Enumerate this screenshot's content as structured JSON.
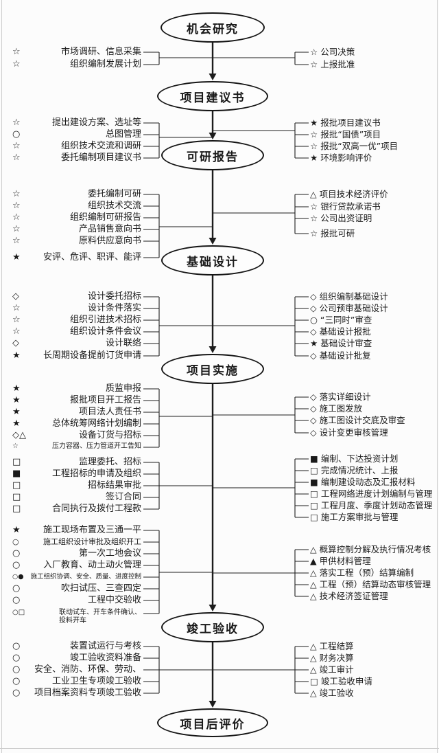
{
  "nodes": [
    {
      "label": "机会研究"
    },
    {
      "label": "项目建议书"
    },
    {
      "label": "可研报告"
    },
    {
      "label": "基础设计"
    },
    {
      "label": "项目实施"
    },
    {
      "label": "竣工验收"
    },
    {
      "label": "项目后评价"
    }
  ],
  "groups": [
    {
      "left": [
        {
          "marker": "☆",
          "text": "市场调研、信息采集"
        },
        {
          "marker": "☆",
          "text": "组织编制发展计划"
        }
      ],
      "right": [
        {
          "marker": "☆",
          "text": "公司决策"
        },
        {
          "marker": "☆",
          "text": "上报批准"
        }
      ]
    },
    {
      "left": [
        {
          "marker": "☆",
          "text": "提出建设方案、选址等"
        },
        {
          "marker": "○",
          "text": "总图管理"
        },
        {
          "marker": "☆",
          "text": "组织技术交流和调研"
        },
        {
          "marker": "☆",
          "text": "委托编制项目建议书"
        }
      ],
      "right": [
        {
          "marker": "★",
          "text": "报批项目建议书"
        },
        {
          "marker": "☆",
          "text": "报批“国债”项目"
        },
        {
          "marker": "☆",
          "text": "报批“双高一优”项目"
        },
        {
          "marker": "★",
          "text": "环境影响评价"
        }
      ]
    },
    {
      "left": [
        {
          "marker": "☆",
          "text": "委托编制可研"
        },
        {
          "marker": "☆",
          "text": "组织技术交流"
        },
        {
          "marker": "☆",
          "text": "组织编制可研报告"
        },
        {
          "marker": "☆",
          "text": "产品销售意向书"
        },
        {
          "marker": "☆",
          "text": "原料供应意向书"
        },
        {
          "marker": "★",
          "text": "安评、危评、职评、能评"
        }
      ],
      "right": [
        {
          "marker": "△",
          "text": "项目技术经济评价"
        },
        {
          "marker": "☆",
          "text": "银行贷款承诺书"
        },
        {
          "marker": "☆",
          "text": "公司出资证明"
        },
        {
          "marker": "☆",
          "text": "报批可研"
        }
      ]
    },
    {
      "left": [
        {
          "marker": "◇",
          "text": "设计委托招标"
        },
        {
          "marker": "☆",
          "text": "设计条件落实"
        },
        {
          "marker": "☆",
          "text": "组织引进技术招标"
        },
        {
          "marker": "☆",
          "text": "组织设计条件会议"
        },
        {
          "marker": "◇",
          "text": "设计联络"
        },
        {
          "marker": "★",
          "text": "长周期设备提前订货申请"
        }
      ],
      "right": [
        {
          "marker": "◇",
          "text": "组织编制基础设计"
        },
        {
          "marker": "◇",
          "text": "公司预审基础设计"
        },
        {
          "marker": "○",
          "text": "“三同时”审查"
        },
        {
          "marker": "◇",
          "text": "基础设计报批"
        },
        {
          "marker": "★",
          "text": "基础设计审查"
        },
        {
          "marker": "◇",
          "text": "基础设计批复"
        }
      ]
    },
    {
      "left": [
        {
          "marker": "★",
          "text": "质监申报"
        },
        {
          "marker": "★",
          "text": "报批项目开工报告"
        },
        {
          "marker": "★",
          "text": "项目法人责任书"
        },
        {
          "marker": "★",
          "text": "总体统筹网络计划编制"
        },
        {
          "marker": "◇△",
          "text": "设备订货与招标"
        },
        {
          "marker": "☆",
          "text": "压力容器、压力管道开工告知"
        }
      ],
      "right": [
        {
          "marker": "◇",
          "text": "落实详细设计"
        },
        {
          "marker": "◇",
          "text": "施工图发放"
        },
        {
          "marker": "◇",
          "text": "施工图设计交底及审查"
        },
        {
          "marker": "◇",
          "text": "设计变更审核管理"
        }
      ]
    },
    {
      "left": [
        {
          "marker": "□",
          "text": "监理委托、招标"
        },
        {
          "marker": "■",
          "text": "工程招标的申请及组织"
        },
        {
          "marker": "□",
          "text": "招标结果审批"
        },
        {
          "marker": "□",
          "text": "签订合同"
        },
        {
          "marker": "□",
          "text": "合同执行及拨付工程款"
        }
      ],
      "right": [
        {
          "marker": "■",
          "text": "编制、下达投资计划"
        },
        {
          "marker": "□",
          "text": "完成情况统计、上报"
        },
        {
          "marker": "■",
          "text": "编制建设动态及汇报材料"
        },
        {
          "marker": "□",
          "text": "工程网络进度计划编制与管理"
        },
        {
          "marker": "□",
          "text": "工程月度、季度计划动态管理"
        },
        {
          "marker": "□",
          "text": "施工方案审批与管理"
        }
      ]
    },
    {
      "left": [
        {
          "marker": "★",
          "text": "施工现场布置及三通一平"
        },
        {
          "marker": "○",
          "text": "施工组织设计审批及组织开工"
        },
        {
          "marker": "○",
          "text": "第一次工地会议"
        },
        {
          "marker": "○",
          "text": "入厂教育、动土动火管理"
        },
        {
          "marker": "○●",
          "text": "施工组织协调、安全、质量、进度控制"
        },
        {
          "marker": "○",
          "text": "吹扫试压、三查四定"
        },
        {
          "marker": "○",
          "text": "工程中交验收"
        },
        {
          "marker": "○□",
          "text": "联动试车、开车条件确认、\n投料开车"
        }
      ],
      "right": [
        {
          "marker": "△",
          "text": "概算控制分解及执行情况考核"
        },
        {
          "marker": "▲",
          "text": "甲供材料管理"
        },
        {
          "marker": "△",
          "text": "落实工程（预）结算编制"
        },
        {
          "marker": "△",
          "text": "工程（预）结算动态审核管理"
        },
        {
          "marker": "△",
          "text": "技术经济签证管理"
        }
      ]
    },
    {
      "left": [
        {
          "marker": "○",
          "text": "装置试运行与考核"
        },
        {
          "marker": "○",
          "text": "竣工验收资料准备"
        },
        {
          "marker": "○",
          "text": "安全、消防、环保、劳动、"
        },
        {
          "marker": "○",
          "text": "工业卫生专项竣工验收"
        },
        {
          "marker": "○",
          "text": "项目档案资料专项竣工验收"
        }
      ],
      "right": [
        {
          "marker": "△",
          "text": "工程结算"
        },
        {
          "marker": "△",
          "text": "财务决算"
        },
        {
          "marker": "△",
          "text": "竣工审计"
        },
        {
          "marker": "□",
          "text": "竣工验收申请"
        },
        {
          "marker": "△",
          "text": "竣工验收"
        }
      ]
    }
  ]
}
